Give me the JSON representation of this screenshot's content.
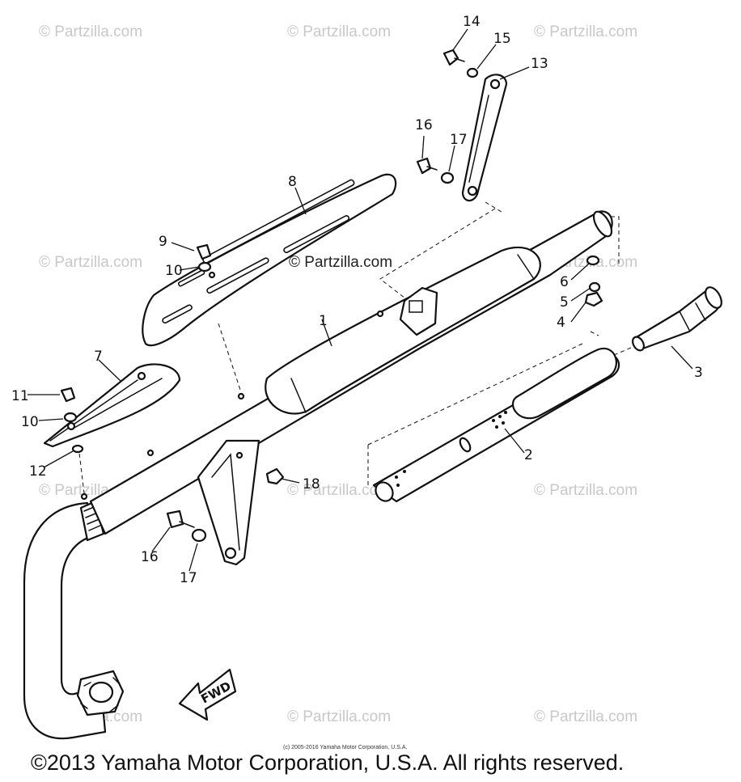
{
  "watermark_text": "© Partzilla.com",
  "center_watermark_text": "© Partzilla.com",
  "fwd_label": "FWD",
  "small_copyright": "(c) 2005-2016 Yamaha Motor Corporation, U.S.A.",
  "main_copyright": "©2013 Yamaha Motor Corporation, U.S.A. All rights reserved.",
  "callouts": {
    "c1": "1",
    "c2": "2",
    "c3": "3",
    "c4": "4",
    "c5": "5",
    "c6": "6",
    "c7": "7",
    "c8": "8",
    "c9": "9",
    "c10a": "10",
    "c10b": "10",
    "c11": "11",
    "c12": "12",
    "c13": "13",
    "c14": "14",
    "c15": "15",
    "c16a": "16",
    "c16b": "16",
    "c17a": "17",
    "c17b": "17",
    "c18": "18"
  }
}
